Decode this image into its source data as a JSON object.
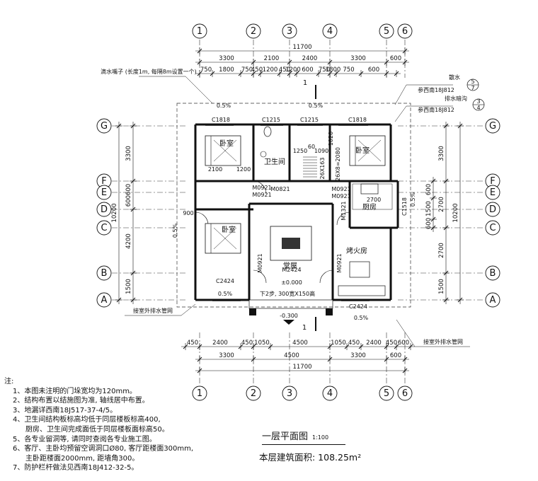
{
  "grid": {
    "vertical": [
      "1",
      "2",
      "3",
      "4",
      "5",
      "6"
    ],
    "horizontal": [
      "G",
      "F",
      "E",
      "D",
      "C",
      "B",
      "A"
    ]
  },
  "dims": {
    "top_total": "11700",
    "top_main": [
      "3300",
      "2100",
      "2400",
      "3300",
      "600"
    ],
    "top_detail": [
      "750",
      "1800",
      "750",
      "450",
      "1200",
      "450",
      "1200",
      "600",
      "750",
      "1800",
      "750",
      "600"
    ],
    "bottom_detail": [
      "450",
      "2400",
      "450",
      "1050",
      "4500",
      "1050",
      "450",
      "2400",
      "450",
      "600"
    ],
    "bottom_main": [
      "3300",
      "4500",
      "3300",
      "600"
    ],
    "bottom_total": "11700",
    "left": [
      "3300",
      "600600",
      "4200",
      "1500"
    ],
    "left_total": "10200",
    "right": [
      "3300",
      "2700",
      "2700",
      "1500"
    ],
    "right_sub": [
      "600",
      "1500",
      "600"
    ],
    "right_total": "10200"
  },
  "rooms": {
    "bedroom": "卧室",
    "bathroom": "卫生间",
    "kitchen": "厨房",
    "hall": "堂屋",
    "fire_room": "烤火房"
  },
  "openings": {
    "c1818": "C1818",
    "c1215": "C1215",
    "c2424": "C2424",
    "c1518": "C1518",
    "m0921": "M0921",
    "m0821": "M0821",
    "m2424": "M2424",
    "m1321": "M1321"
  },
  "annotations": {
    "slope": "0.5%",
    "elev_0": "±0.000",
    "elev_neg": "-0.300",
    "stair_note": "下2步, 300宽X150高",
    "d2100": "2100",
    "d1200": "1200",
    "d1250": "1250",
    "d1090": "1090",
    "d60": "60",
    "d900": "900",
    "d2700": "2700",
    "stair_code": "26X8=2080",
    "stair_code2": "26X163",
    "section_mark": "1",
    "d1020": "1020",
    "gutter_note": "滴水嘴子 (长度1m, 每隔8m设置一个)",
    "drain_pipe": "接室外排水管网",
    "water_label": "散水",
    "water_ref": "参西南18J812",
    "ditch_label": "排水暗沟",
    "ditch_ref": "参西南18J812",
    "ref1_top": "5",
    "ref1_bot": "7",
    "ref2_top": "3",
    "ref2_bot": "4"
  },
  "notes": {
    "heading": "注:",
    "items": [
      "1、本图未注明的门垛宽均为120mm。",
      "2、结构布置以结施图为准, 轴线居中布置。",
      "3、地漏详西南18J517-37-4/5。",
      "4、卫生间结构板标高均低于同层楼板标高400,",
      "厨房、卫生间完成面低于同层楼板面标高50。",
      "5、各专业留洞等, 请同时查阅各专业施工图。",
      "6、客厅、主卧均预留空调洞口Ø80, 客厅距楼面300mm,",
      "主卧距楼面2000mm, 距墙角300。",
      "7、防护栏杆做法见西南18J412-32-5。"
    ]
  },
  "title": {
    "main": "一层平面图",
    "scale": "1:100",
    "area": "本层建筑面积: 108.25m²"
  }
}
